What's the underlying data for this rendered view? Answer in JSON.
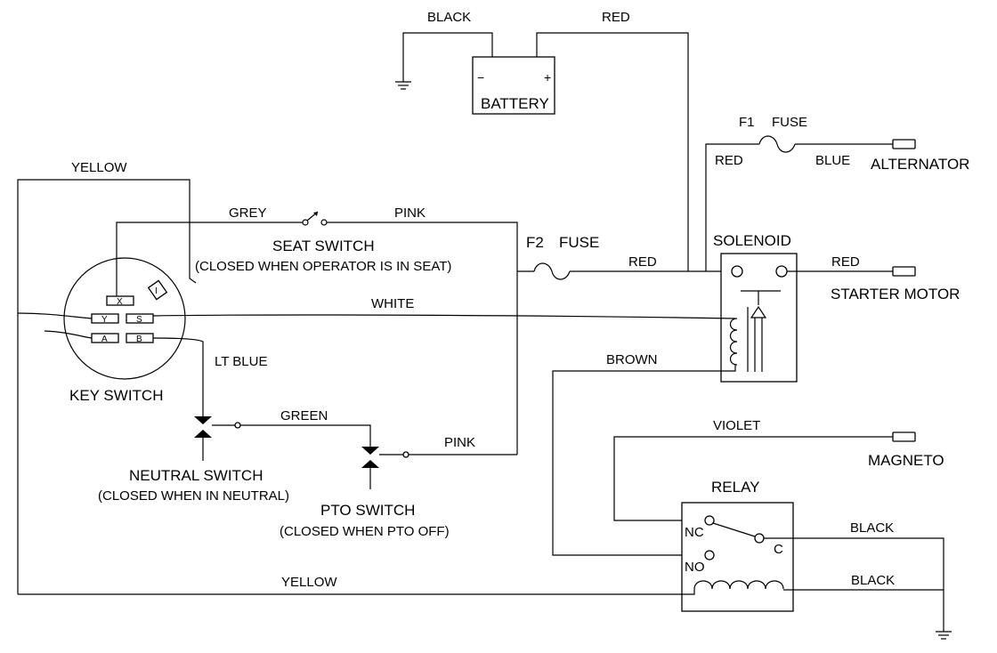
{
  "components": {
    "battery": "BATTERY",
    "battery_neg": "−",
    "battery_pos": "+",
    "seat_switch": "SEAT SWITCH",
    "seat_note": "(CLOSED WHEN OPERATOR IS IN SEAT)",
    "key_switch": "KEY SWITCH",
    "key_terminals": {
      "x": "X",
      "i": "I",
      "y": "Y",
      "s": "S",
      "a": "A",
      "b": "B"
    },
    "neutral_switch": "NEUTRAL SWITCH",
    "neutral_note": "(CLOSED WHEN IN NEUTRAL)",
    "pto_switch": "PTO SWITCH",
    "pto_note": "(CLOSED WHEN PTO OFF)",
    "f1": "F1",
    "f2": "F2",
    "fuse_word": "FUSE",
    "solenoid": "SOLENOID",
    "alternator": "ALTERNATOR",
    "starter_motor": "STARTER MOTOR",
    "magneto": "MAGNETO",
    "relay": "RELAY",
    "relay_nc": "NC",
    "relay_no": "NO",
    "relay_c": "C"
  },
  "wires": {
    "battery_ground": "BLACK",
    "battery_pos": "RED",
    "key_to_i": "YELLOW",
    "seat_in": "GREY",
    "seat_out": "PINK",
    "f2_out": "RED",
    "f1_in": "RED",
    "f1_out": "BLUE",
    "starter": "RED",
    "key_s": "WHITE",
    "key_b": "LT  BLUE",
    "neutral_pto": "GREEN",
    "pto_out": "PINK",
    "solenoid_coil": "BROWN",
    "magneto": "VIOLET",
    "relay_c": "BLACK",
    "relay_coil": "BLACK",
    "key_relay": "YELLOW"
  }
}
